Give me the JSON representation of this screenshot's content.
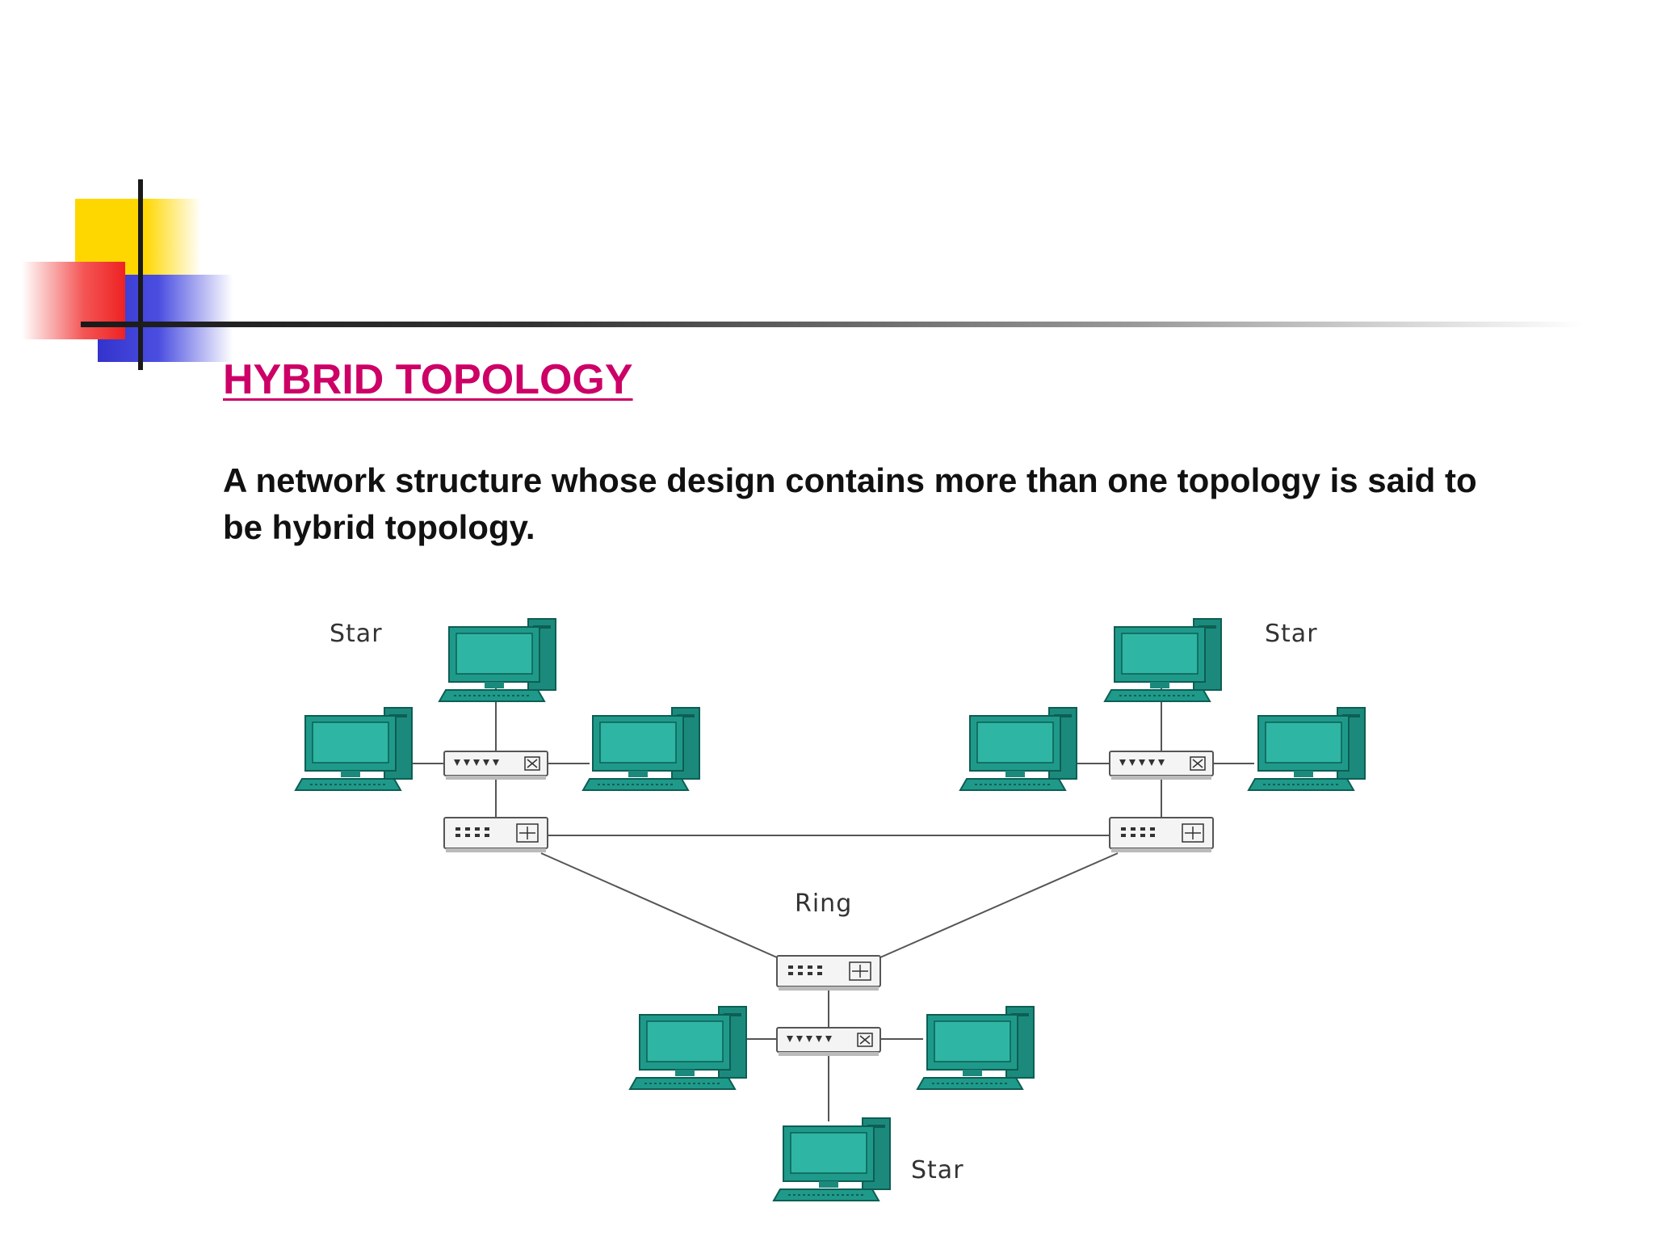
{
  "slide": {
    "title": "HYBRID TOPOLOGY",
    "body": "A network structure whose design contains more than one topology is said to be hybrid topology."
  },
  "diagram": {
    "labels": {
      "star_left": "Star",
      "star_right": "Star",
      "ring": "Ring",
      "star_bottom": "Star"
    },
    "colors": {
      "monitor": "#1f9a8a",
      "screen": "#2fb5a3",
      "device_body": "#f4f4f4",
      "line": "#555555"
    }
  }
}
